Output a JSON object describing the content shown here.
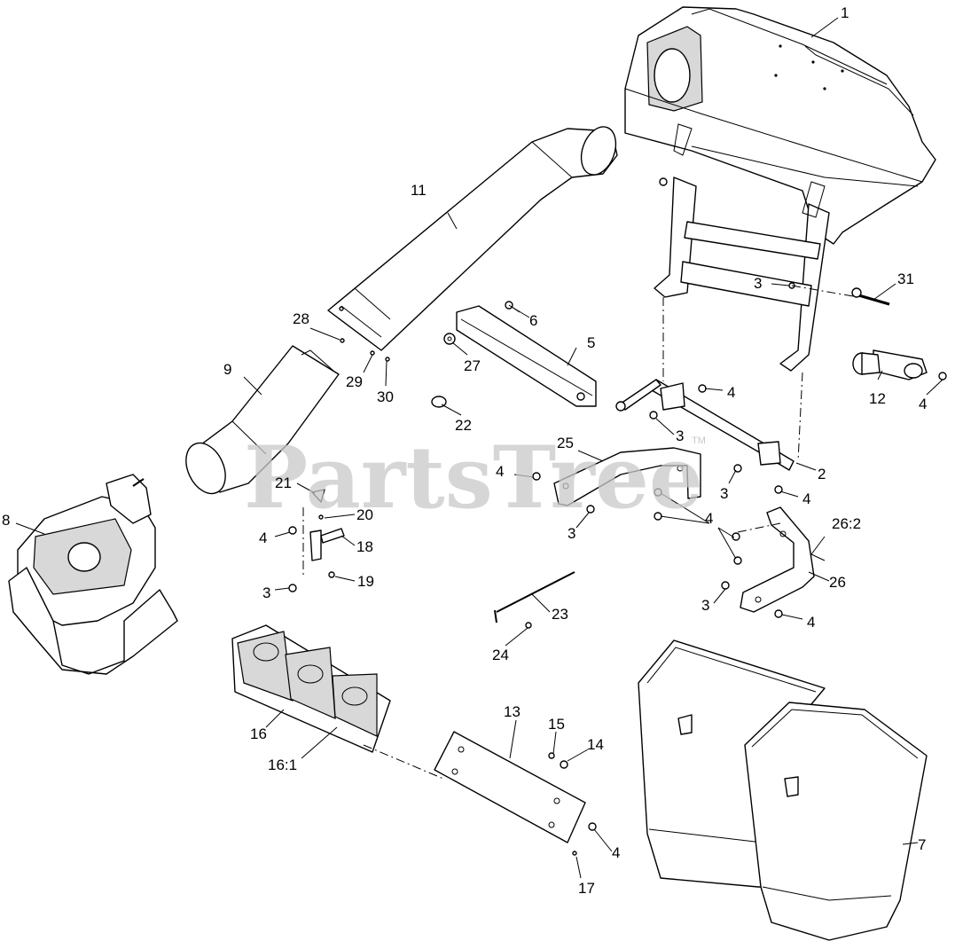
{
  "watermark": {
    "text": "PartsTree",
    "trademark": "TM"
  },
  "callouts": [
    {
      "id": "c1",
      "label": "1"
    },
    {
      "id": "c2",
      "label": "2"
    },
    {
      "id": "c3a",
      "label": "3"
    },
    {
      "id": "c3b",
      "label": "3"
    },
    {
      "id": "c3c",
      "label": "3"
    },
    {
      "id": "c3d",
      "label": "3"
    },
    {
      "id": "c3e",
      "label": "3"
    },
    {
      "id": "c3f",
      "label": "3"
    },
    {
      "id": "c4a",
      "label": "4"
    },
    {
      "id": "c4b",
      "label": "4"
    },
    {
      "id": "c4c",
      "label": "4"
    },
    {
      "id": "c4d",
      "label": "4"
    },
    {
      "id": "c4e",
      "label": "4"
    },
    {
      "id": "c4f",
      "label": "4"
    },
    {
      "id": "c4g",
      "label": "4"
    },
    {
      "id": "c4h",
      "label": "4"
    },
    {
      "id": "c5",
      "label": "5"
    },
    {
      "id": "c6",
      "label": "6"
    },
    {
      "id": "c7",
      "label": "7"
    },
    {
      "id": "c8",
      "label": "8"
    },
    {
      "id": "c9",
      "label": "9"
    },
    {
      "id": "c11",
      "label": "11"
    },
    {
      "id": "c12",
      "label": "12"
    },
    {
      "id": "c13",
      "label": "13"
    },
    {
      "id": "c14",
      "label": "14"
    },
    {
      "id": "c15",
      "label": "15"
    },
    {
      "id": "c16",
      "label": "16"
    },
    {
      "id": "c161",
      "label": "16:1"
    },
    {
      "id": "c17",
      "label": "17"
    },
    {
      "id": "c18",
      "label": "18"
    },
    {
      "id": "c19",
      "label": "19"
    },
    {
      "id": "c20",
      "label": "20"
    },
    {
      "id": "c21",
      "label": "21"
    },
    {
      "id": "c22",
      "label": "22"
    },
    {
      "id": "c23",
      "label": "23"
    },
    {
      "id": "c24",
      "label": "24"
    },
    {
      "id": "c25",
      "label": "25"
    },
    {
      "id": "c26",
      "label": "26"
    },
    {
      "id": "c262",
      "label": "26:2"
    },
    {
      "id": "c27",
      "label": "27"
    },
    {
      "id": "c28",
      "label": "28"
    },
    {
      "id": "c29",
      "label": "29"
    },
    {
      "id": "c30",
      "label": "30"
    },
    {
      "id": "c31",
      "label": "31"
    }
  ]
}
